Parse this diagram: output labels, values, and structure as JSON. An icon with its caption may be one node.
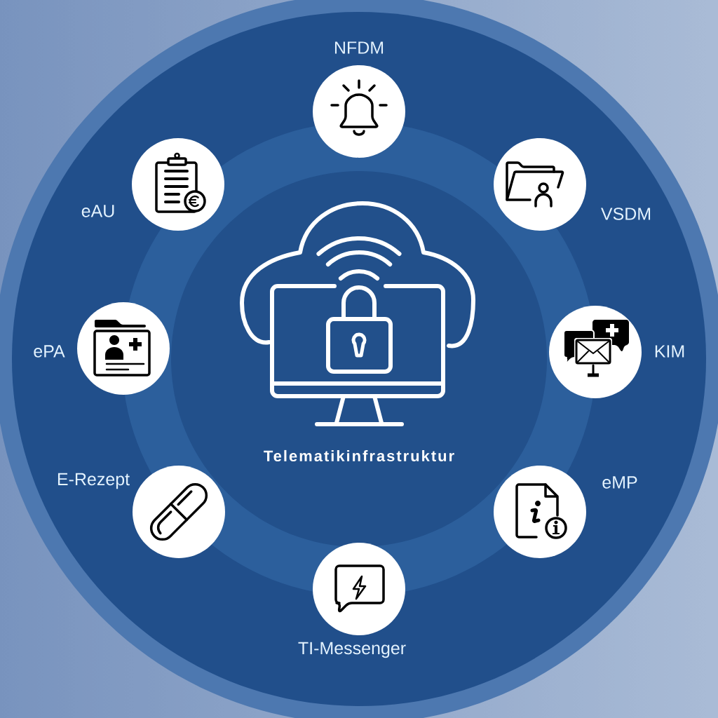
{
  "diagram": {
    "nodes": [
      {
        "text": [
          "Telematikinfrastruktur"
        ]
      },
      {
        "text": [
          "NFDM"
        ]
      },
      {
        "text": [
          "VSDM"
        ]
      },
      {
        "text": [
          "KIM"
        ]
      },
      {
        "text": [
          "eMP"
        ]
      },
      {
        "text": [
          "TI-Messenger"
        ]
      },
      {
        "text": [
          "E-Rezept"
        ]
      },
      {
        "text": [
          "ePA"
        ]
      },
      {
        "text": [
          "eAU"
        ]
      }
    ]
  }
}
